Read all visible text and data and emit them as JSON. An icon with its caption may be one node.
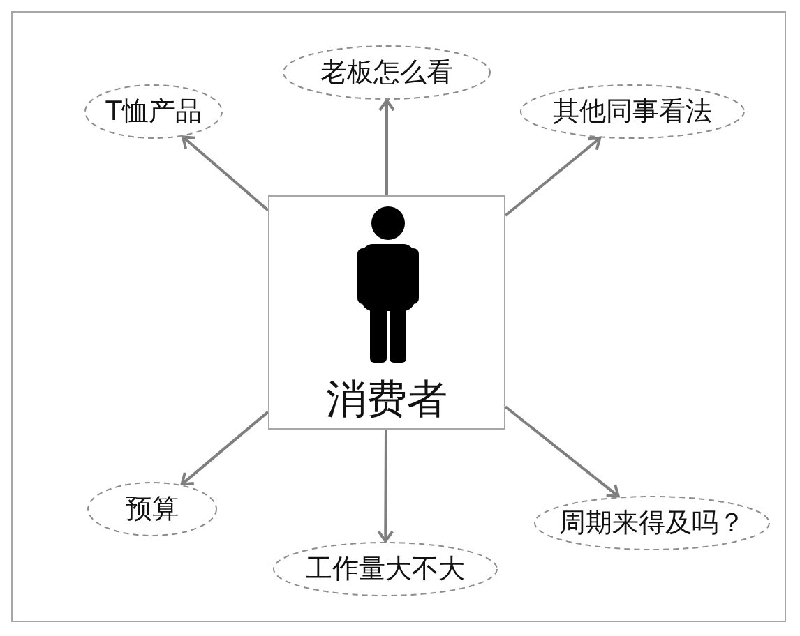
{
  "diagram": {
    "nodes": [
      {
        "text": [
          "老板怎么看"
        ]
      },
      {
        "text": [
          "T恤产品"
        ]
      },
      {
        "text": [
          "其他同事看法"
        ]
      },
      {
        "text": [
          "消费者"
        ]
      },
      {
        "text": [
          "预算"
        ]
      },
      {
        "text": [
          "工作量大不大"
        ]
      },
      {
        "text": [
          "周期来得及吗？"
        ]
      }
    ],
    "edges": [
      {
        "from": 3,
        "to": 0,
        "arrow": "to"
      },
      {
        "from": 3,
        "to": 1,
        "arrow": "to"
      },
      {
        "from": 3,
        "to": 2,
        "arrow": "to"
      },
      {
        "from": 3,
        "to": 4,
        "arrow": "to"
      },
      {
        "from": 3,
        "to": 5,
        "arrow": "to"
      },
      {
        "from": 3,
        "to": 6,
        "arrow": "to"
      }
    ]
  }
}
